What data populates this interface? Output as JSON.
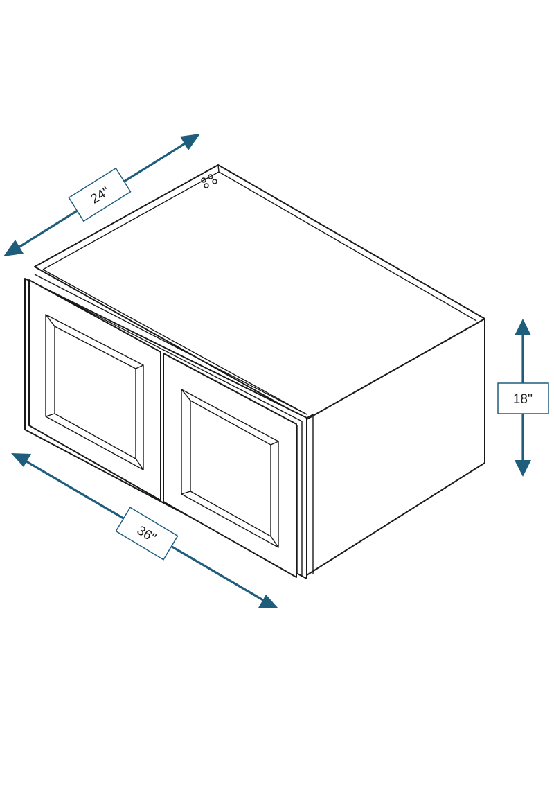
{
  "dimensions": {
    "depth_label": "24\"",
    "width_label": "36\"",
    "height_label": "18''"
  },
  "colors": {
    "dimension_accent": "#1f5d7d",
    "outline": "#1a1a1a",
    "background": "#ffffff"
  },
  "icons": {
    "arrow": "arrow-head-icon"
  }
}
